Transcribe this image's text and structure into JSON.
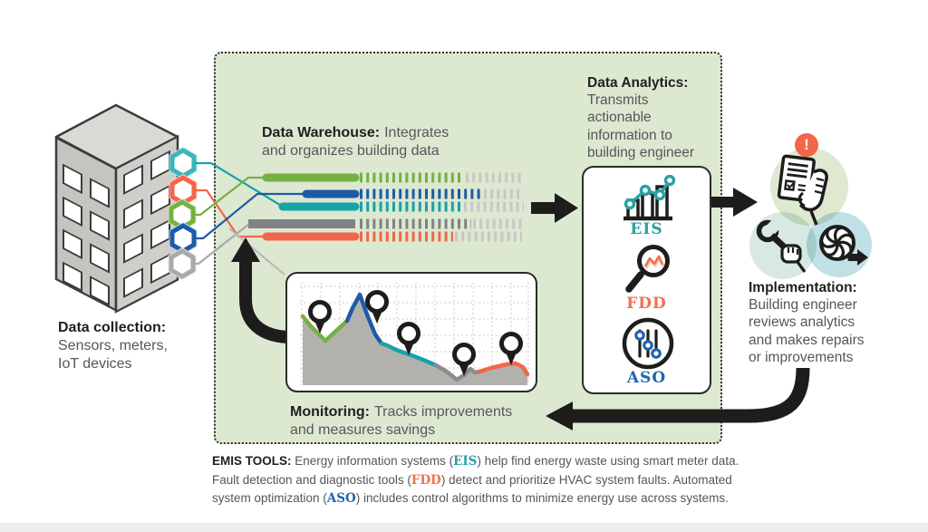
{
  "palette": {
    "box_bg": "#dde8d1",
    "outline_black": "#1d1d1b",
    "stream_green": "#76b043",
    "stream_blue": "#1e5ba6",
    "stream_teal": "#17a3a8",
    "stream_grey": "#808285",
    "stream_orange": "#f26649",
    "dash_tail_grey": "#c9c7c4",
    "eis_teal": "#2ba0a4",
    "fdd_orange": "#f2704e",
    "aso_blue": "#2166ad",
    "alert_badge_orange": "#f2664a",
    "venn_top_green": "#dfe9d2",
    "venn_left_teal": "#d8e8e2",
    "venn_right_blue": "#c0dfe6",
    "chart_area_grey": "#b3b1ae"
  },
  "data_collection": {
    "title": "Data collection:",
    "desc": "Sensors, meters, IoT devices"
  },
  "warehouse": {
    "title": "Data Warehouse:",
    "desc": "Integrates and organizes building data"
  },
  "analytics": {
    "title": "Data Analytics:",
    "desc": "Transmits actionable information to building engineer",
    "tools": [
      {
        "label": "EIS",
        "color": "#2ba0a4"
      },
      {
        "label": "FDD",
        "color": "#f2704e"
      },
      {
        "label": "ASO",
        "color": "#2166ad"
      }
    ]
  },
  "implementation": {
    "title": "Implementation:",
    "desc": "Building engineer reviews analytics and makes repairs or improvements",
    "alert": "!"
  },
  "monitoring": {
    "title": "Monitoring:",
    "desc": "Tracks improvements and measures savings"
  },
  "caption": {
    "line1_lead": "EMIS TOOLS:",
    "line1_a": " Energy information systems (",
    "line1_eis": "EIS",
    "line1_b": ") help find energy waste using smart meter data.",
    "line2_a": "Fault detection and diagnostic tools (",
    "line2_fdd": "FDD",
    "line2_b": ") detect and prioritize HVAC system faults. Automated",
    "line3_a": "system optimization (",
    "line3_aso": "ASO",
    "line3_b": ") includes control algorithms to minimize energy use across systems."
  }
}
